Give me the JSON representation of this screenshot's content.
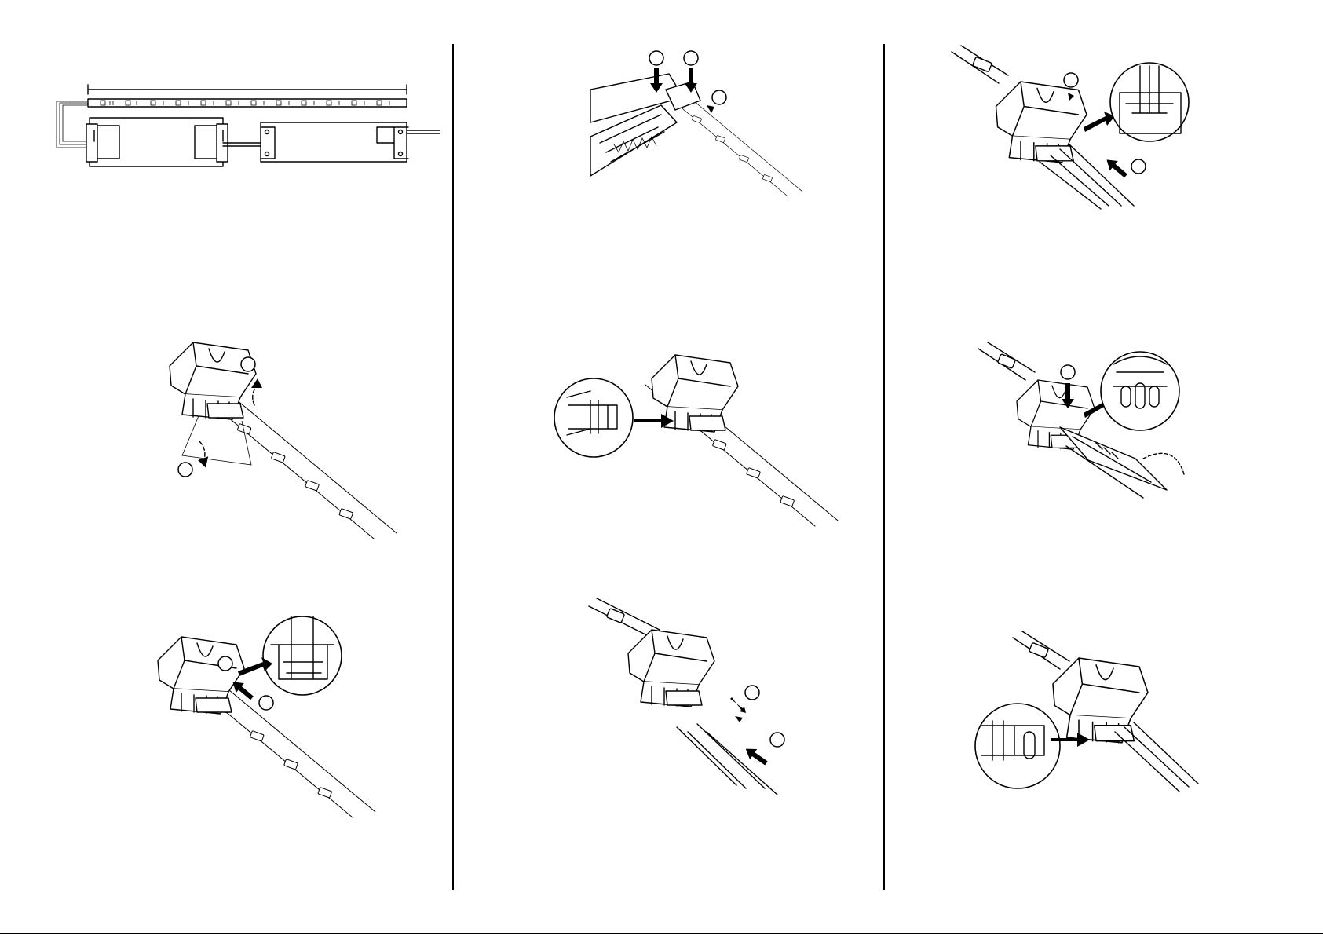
{
  "sheet": {
    "type": "installation-diagram",
    "subject": "led-strip-connector",
    "columns": 3,
    "text_labels": []
  },
  "colors": {
    "ink": "#000000",
    "paper": "#ffffff"
  },
  "steps": [
    {
      "id": "overview",
      "column": 1,
      "icon": "strip-driver-overview-icon",
      "numbered_markers": 0,
      "magnifier": false
    },
    {
      "id": "open-connector",
      "column": 1,
      "icon": "open-connector-icon",
      "numbered_markers": 2,
      "magnifier": false
    },
    {
      "id": "insert-strip",
      "column": 1,
      "icon": "insert-strip-icon",
      "numbered_markers": 2,
      "magnifier": true
    },
    {
      "id": "crimp-with-pliers",
      "column": 2,
      "icon": "pliers-crimp-icon",
      "numbered_markers": 3,
      "magnifier": false
    },
    {
      "id": "check-closed",
      "column": 2,
      "icon": "closed-connector-check-icon",
      "numbered_markers": 0,
      "magnifier": true
    },
    {
      "id": "insert-wires",
      "column": 2,
      "icon": "insert-wires-icon",
      "numbered_markers": 2,
      "magnifier": false
    },
    {
      "id": "push-wires",
      "column": 3,
      "icon": "push-wires-icon",
      "numbered_markers": 2,
      "magnifier": true
    },
    {
      "id": "crimp-wires",
      "column": 3,
      "icon": "pliers-crimp-wires-icon",
      "numbered_markers": 1,
      "magnifier": true
    },
    {
      "id": "final-check",
      "column": 3,
      "icon": "final-check-icon",
      "numbered_markers": 0,
      "magnifier": true
    }
  ]
}
